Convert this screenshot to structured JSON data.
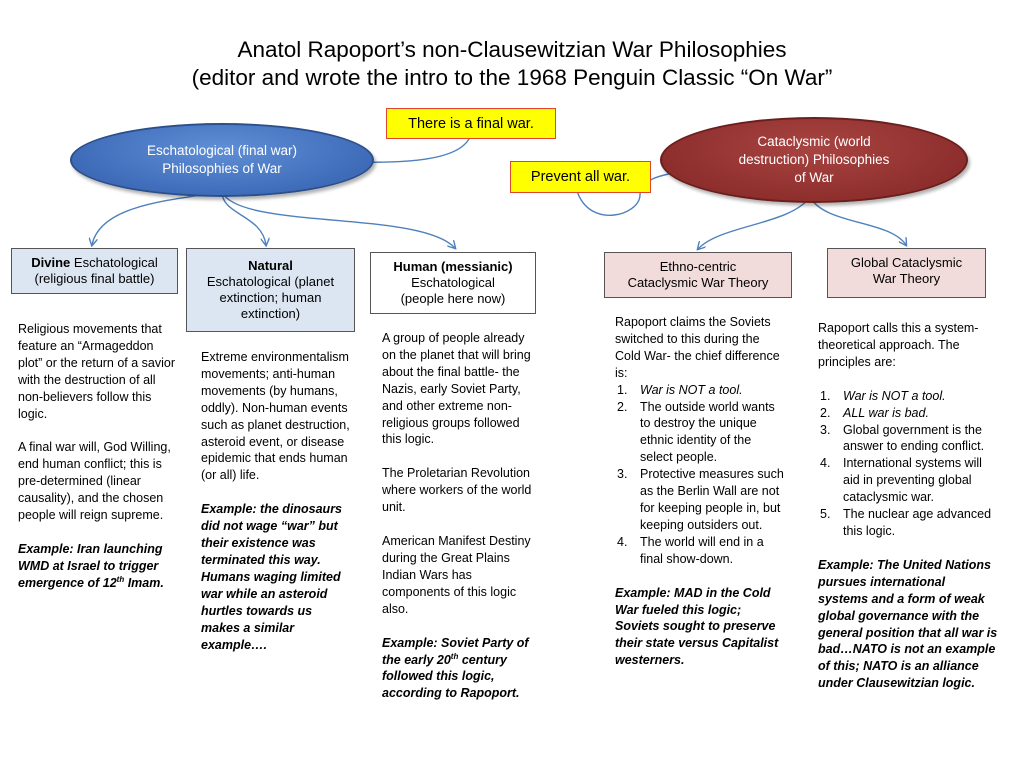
{
  "title": {
    "line1": "Anatol Rapoport’s non-Clausewitzian War Philosophies",
    "line2": "(editor and wrote the intro to the 1968 Penguin Classic “On War”"
  },
  "ovals": {
    "eschatological": {
      "line1": "Eschatological (final war)",
      "line2": "Philosophies of War"
    },
    "cataclysmic": {
      "line1": "Cataclysmic (world",
      "line2": "destruction) Philosophies",
      "line3": "of War"
    }
  },
  "callouts": {
    "final_war": "There is a final war.",
    "prevent": "Prevent all war."
  },
  "boxes": {
    "divine": {
      "bold": "Divine",
      "rest": " Eschatological",
      "line2": "(religious final battle)"
    },
    "natural": {
      "bold": "Natural",
      "line2": "Eschatological (planet",
      "line3": "extinction; human",
      "line4": "extinction)"
    },
    "human": {
      "bold": "Human (messianic)",
      "line2": "Eschatological",
      "line3": "(people here now)"
    },
    "ethno": {
      "line1": "Ethno-centric",
      "line2": "Cataclysmic War Theory"
    },
    "global": {
      "line1": "Global Cataclysmic",
      "line2": "War Theory"
    }
  },
  "columns": {
    "divine": {
      "p1": "Religious movements that feature an “Armageddon plot” or the return of a savior with the destruction of all non-believers follow this logic.",
      "p2": "A final war will, God Willing, end human conflict; this is pre-determined (linear causality), and the chosen people will reign supreme.",
      "example_pre": "Example: Iran launching WMD at Israel to trigger emergence of 12",
      "example_sup": "th",
      "example_post": " Imam."
    },
    "natural": {
      "p1": "Extreme environmentalism movements; anti-human movements (by humans, oddly). Non-human events such as planet destruction, asteroid event, or disease epidemic that ends human (or all) life.",
      "example": "Example: the dinosaurs did not wage “war” but their existence was terminated this way. Humans waging limited war while an asteroid hurtles towards us makes a similar example…."
    },
    "human": {
      "p1": "A group of people already on the planet that will bring about the final battle- the Nazis, early Soviet Party, and other extreme non-religious groups followed this logic.",
      "p2": "The Proletarian Revolution where workers of the world unit.",
      "p3": "American Manifest Destiny during the Great Plains Indian Wars has components of this logic also.",
      "example_pre": "Example: Soviet Party of the early 20",
      "example_sup": "th",
      "example_post": " century followed this logic, according to Rapoport."
    },
    "ethno": {
      "intro": "Rapoport claims the Soviets switched to this during the Cold War- the chief difference is:",
      "items": [
        {
          "num": "1.",
          "text": "War is NOT a tool."
        },
        {
          "num": "2.",
          "text": "The outside world wants to destroy the unique ethnic identity of the select people."
        },
        {
          "num": "3.",
          "text": "Protective measures such as the Berlin Wall are not for keeping people in, but keeping outsiders out."
        },
        {
          "num": "4.",
          "text": "The world will end in a final show-down."
        }
      ],
      "example": "Example: MAD in the Cold War fueled this logic; Soviets sought to preserve their state versus Capitalist westerners."
    },
    "global": {
      "intro": "Rapoport calls this a system-theoretical approach. The principles are:",
      "items": [
        {
          "num": "1.",
          "text": "War is NOT a tool."
        },
        {
          "num": "2.",
          "text": "ALL war is bad."
        },
        {
          "num": "3.",
          "text": "Global government is the answer to ending conflict."
        },
        {
          "num": "4.",
          "text": "International systems will aid in preventing global cataclysmic war."
        },
        {
          "num": "5.",
          "text": "The nuclear age advanced this logic."
        }
      ],
      "example": "Example: The United Nations pursues international systems and a form of weak global governance with the general position that all war is bad…NATO is not an example of this; NATO is an alliance under Clausewitzian logic."
    }
  },
  "colors": {
    "connector": "#4f81bd",
    "callout_fill": "#ffff00",
    "callout_border": "#e0452d",
    "eschatological_fill": "#3f6cb9",
    "cataclysmic_fill": "#8e2f2d",
    "blue_box": "#dce6f2",
    "pink_box": "#f2dcdb"
  }
}
